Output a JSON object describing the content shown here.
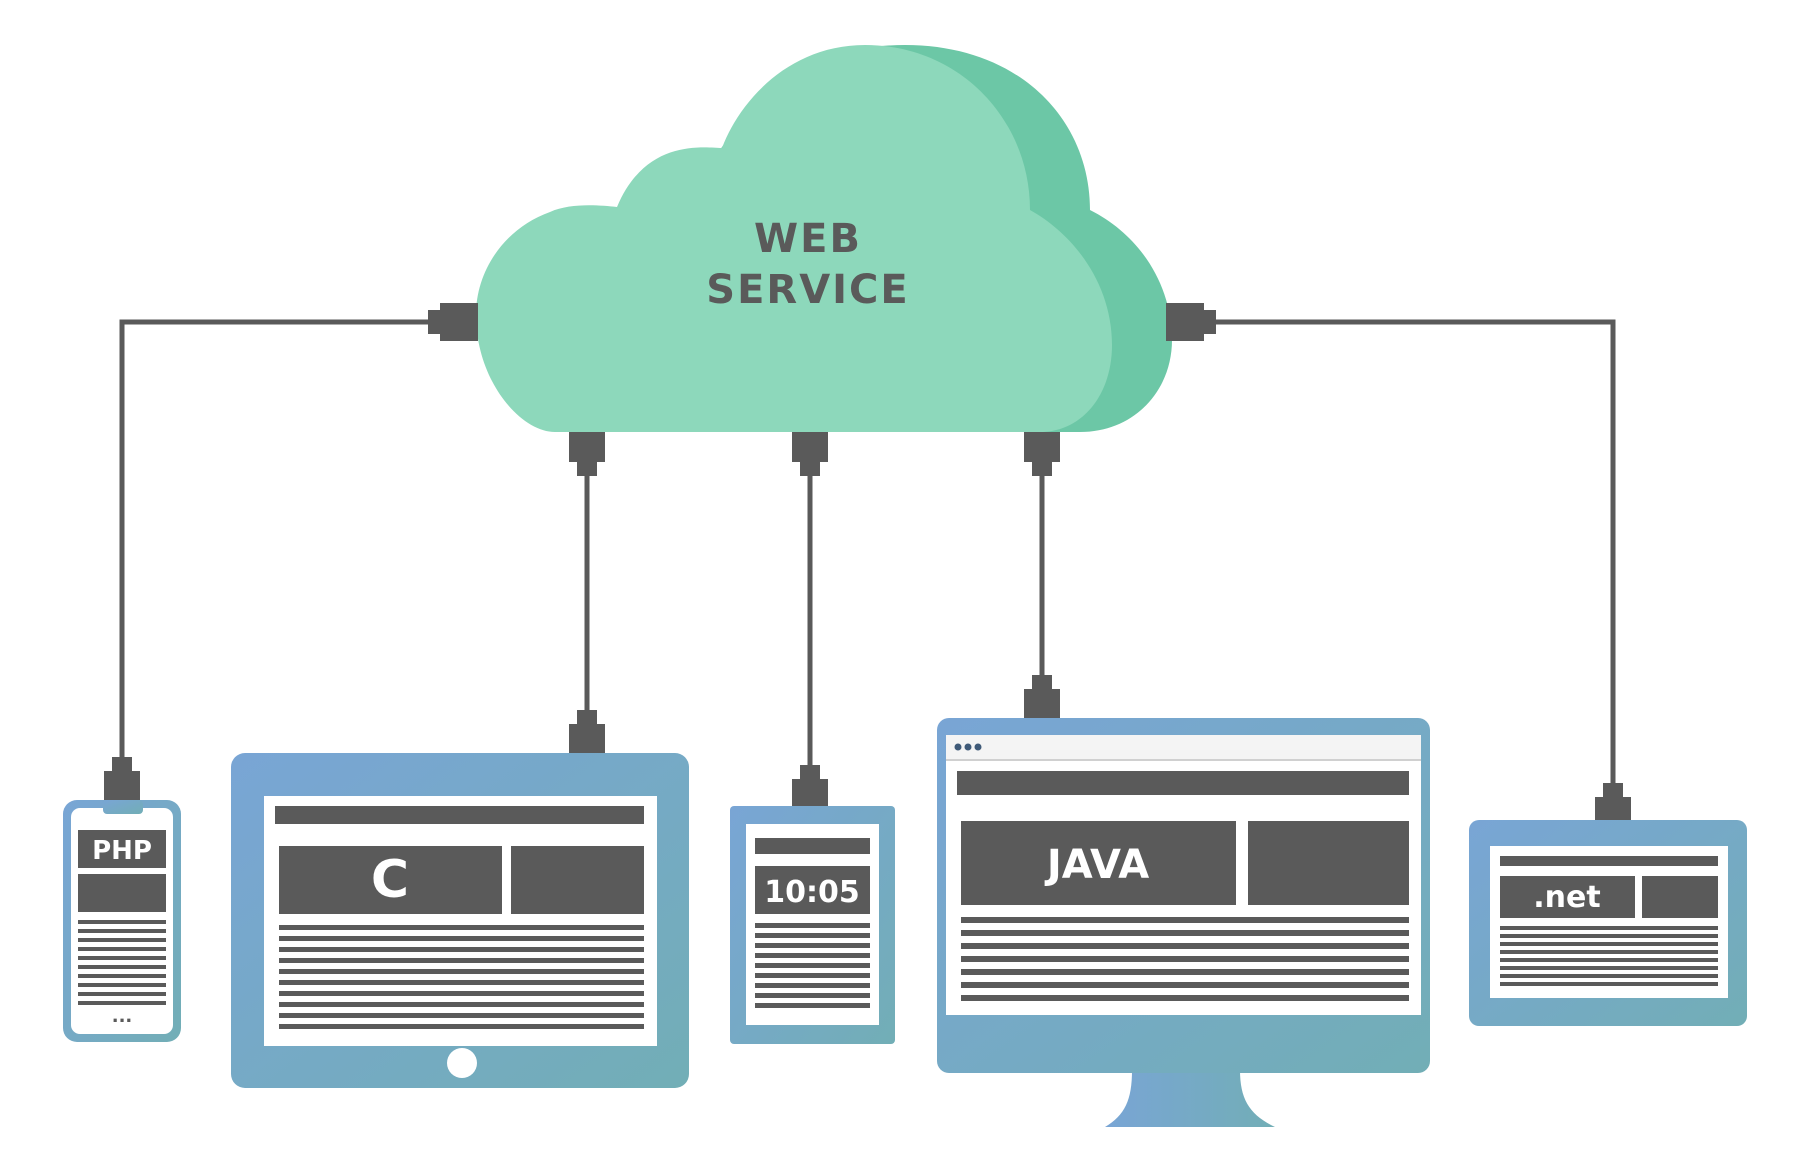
{
  "cloud": {
    "line1": "WEB",
    "line2": "SERVICE"
  },
  "devices": {
    "phone": {
      "label": "PHP",
      "footer": "..."
    },
    "tablet": {
      "label": "C"
    },
    "watch": {
      "label": "10:05"
    },
    "monitor": {
      "label": "JAVA"
    },
    "small_tablet": {
      "label": ".net"
    }
  },
  "colors": {
    "cloud_front": "#8dd8bb",
    "cloud_back": "#6cc7a6",
    "device_blue_left": "#79a5d5",
    "device_blue_right": "#74afb8",
    "cable": "#5a5a5a",
    "block": "#5a5a5a"
  }
}
